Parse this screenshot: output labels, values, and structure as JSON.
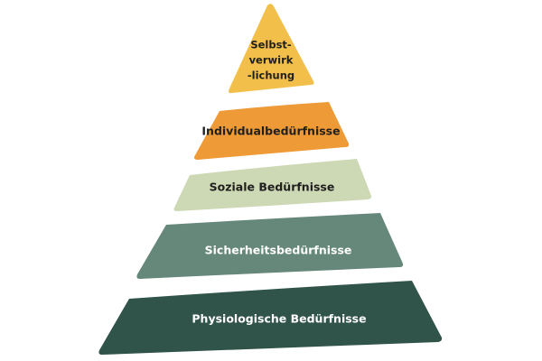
{
  "levels": [
    {
      "label_lines": [
        "Selbst-",
        "verwirk",
        "-lichung"
      ],
      "color": "#f2c04a",
      "text_color": "#1f1f1f"
    },
    {
      "label": "Individualbedürfnisse",
      "color": "#ee9a36",
      "text_color": "#1f1f1f"
    },
    {
      "label": "Soziale Bedürfnisse",
      "color": "#cdd8b4",
      "text_color": "#1f1f1f"
    },
    {
      "label": "Sicherheitsbedürfnisse",
      "color": "#66887a",
      "text_color": "#ffffff"
    },
    {
      "label": "Physiologische Bedürfnisse",
      "color": "#31544a",
      "text_color": "#ffffff"
    }
  ]
}
